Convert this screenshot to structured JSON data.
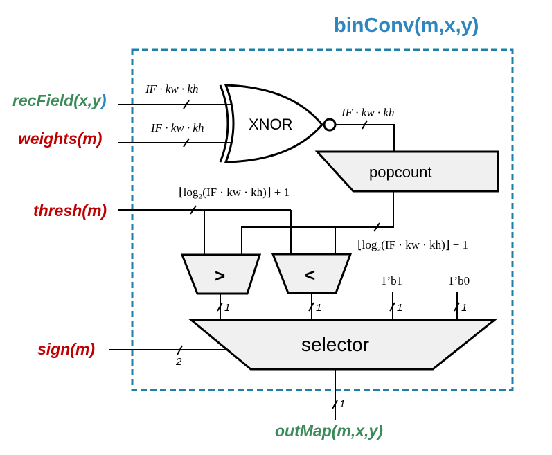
{
  "title": "binConv(m,x,y)",
  "colors": {
    "title": "#2e86c1",
    "boundary": "#1f7fa8",
    "port_green": "#3c8a5a",
    "port_red": "#c00000",
    "block_fill": "#f0f0f0"
  },
  "inputs": {
    "recField": {
      "label_main": "recField(x,y",
      "label_close": ")",
      "width": "IF · kw · kh"
    },
    "weights": {
      "label": "weights(m)",
      "width": "IF · kw · kh"
    },
    "thresh": {
      "label": "thresh(m)",
      "width": "⌊log₂(IF · kw · kh)⌋ + 1"
    },
    "sign": {
      "label": "sign(m)",
      "width": "2"
    }
  },
  "output": {
    "label": "outMap(m,x,y)",
    "width": "1"
  },
  "blocks": {
    "xnor": {
      "label": "XNOR",
      "out_width": "IF · kw · kh"
    },
    "popcount": {
      "label": "popcount",
      "out_width": "⌊log₂(IF · kw · kh)⌋ + 1"
    },
    "gt": {
      "label": ">",
      "out_width": "1"
    },
    "lt": {
      "label": "<",
      "out_width": "1"
    },
    "selector": {
      "label": "selector"
    }
  },
  "constants": [
    {
      "label": "1’b1",
      "width": "1"
    },
    {
      "label": "1’b0",
      "width": "1"
    }
  ]
}
